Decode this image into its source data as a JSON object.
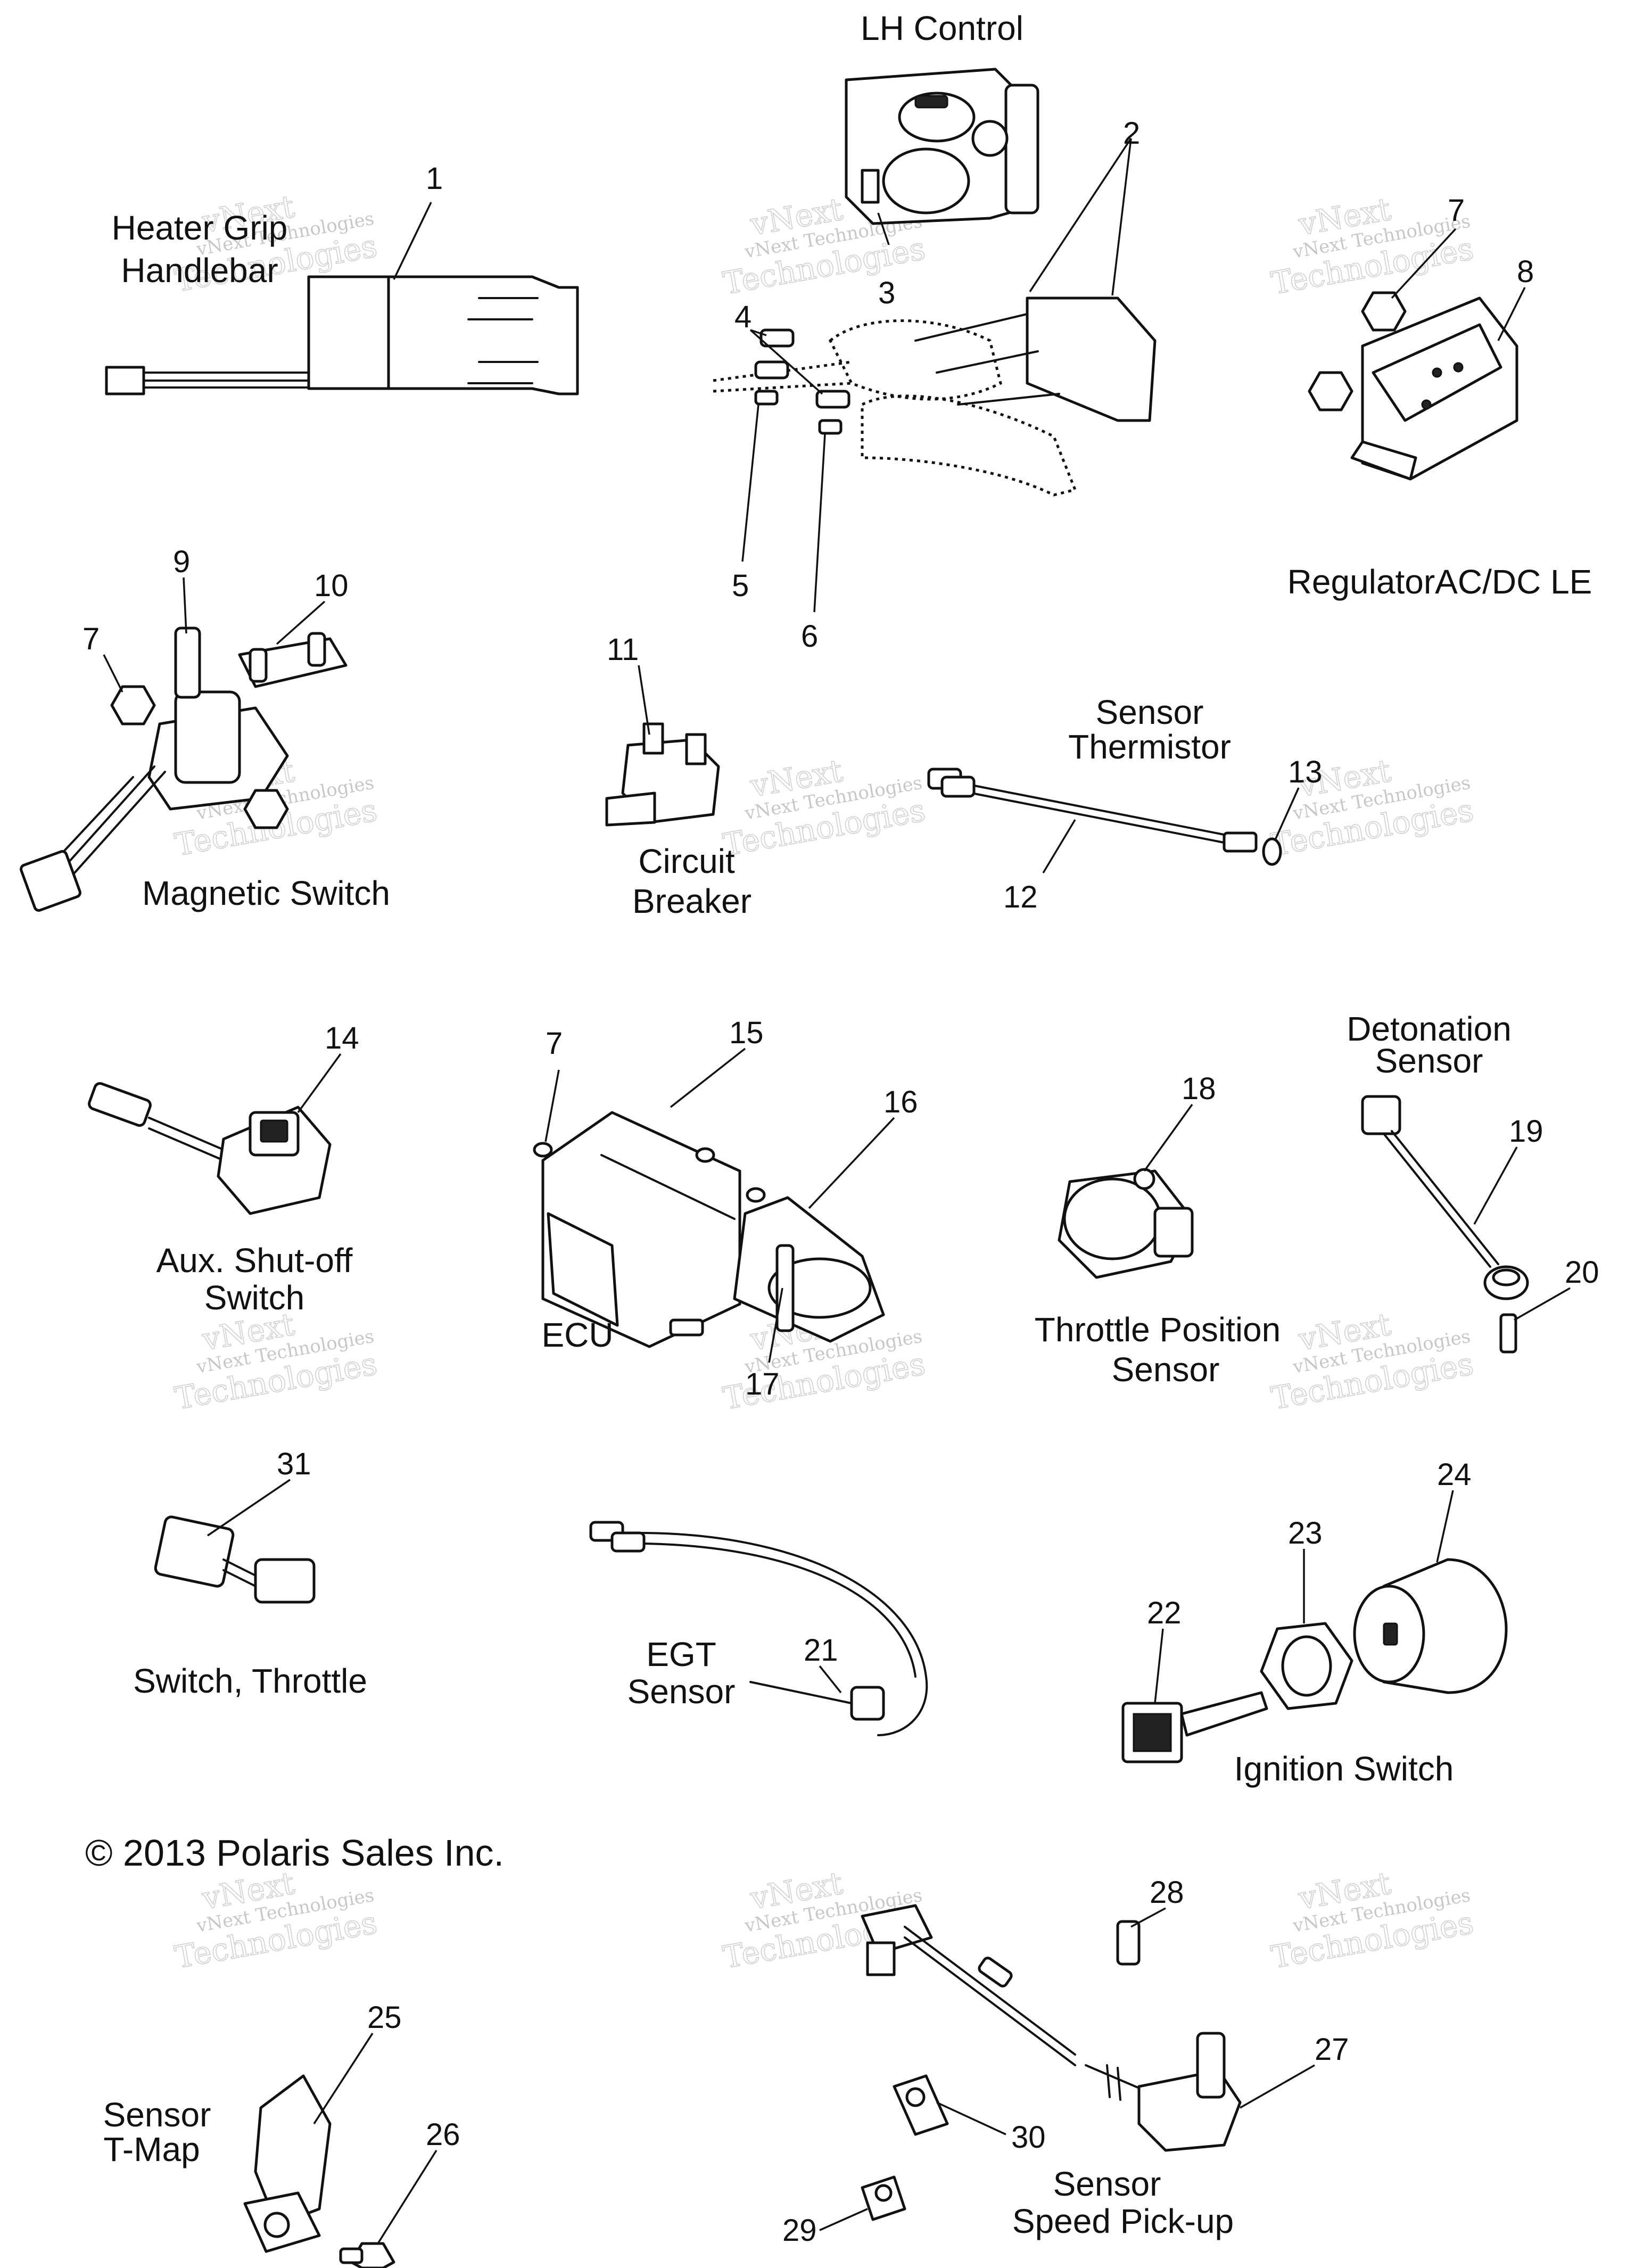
{
  "copyright": "© 2013 Polaris Sales Inc.",
  "watermark": {
    "line1": "vNext Technologies",
    "line2": "Technologies",
    "line3": "vNext"
  },
  "callouts": [
    "1",
    "2",
    "3",
    "4",
    "5",
    "6",
    "7",
    "8",
    "9",
    "10",
    "11",
    "12",
    "13",
    "14",
    "15",
    "16",
    "17",
    "18",
    "19",
    "20",
    "21",
    "22",
    "23",
    "24",
    "25",
    "26",
    "27",
    "28",
    "29",
    "30",
    "31"
  ],
  "labels": {
    "lh_control": "LH Control",
    "heater_grip_1": "Heater Grip",
    "heater_grip_2": "Handlebar",
    "regulator": "RegulatorAC/DC LE",
    "magnetic_switch": "Magnetic Switch",
    "circuit_breaker_1": "Circuit",
    "circuit_breaker_2": "Breaker",
    "sensor_thermistor_1": "Sensor",
    "sensor_thermistor_2": "Thermistor",
    "aux_shutoff_1": "Aux. Shut-off",
    "aux_shutoff_2": "Switch",
    "ecu": "ECU",
    "throttle_pos_1": "Throttle Position",
    "throttle_pos_2": "Sensor",
    "detonation_1": "Detonation",
    "detonation_2": "Sensor",
    "switch_throttle": "Switch, Throttle",
    "egt_1": "EGT",
    "egt_2": "Sensor",
    "ignition_switch": "Ignition Switch",
    "tmap_1": "Sensor",
    "tmap_2": "T-Map",
    "speed_pickup_1": "Sensor",
    "speed_pickup_2": "Speed Pick-up"
  }
}
